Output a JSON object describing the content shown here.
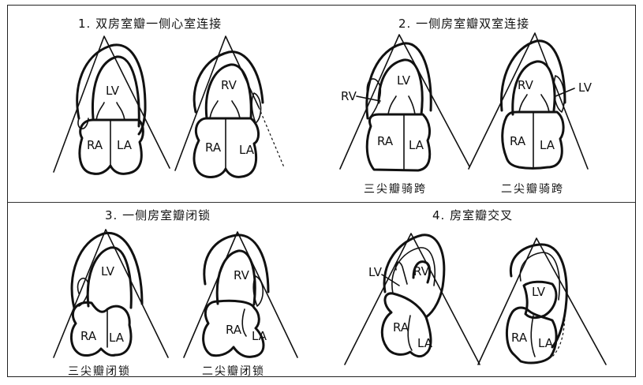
{
  "panels": {
    "p1": {
      "title": "1. 双房室瓣一侧心室连接",
      "left": {
        "ventricle": "LV",
        "ra": "RA",
        "la": "LA"
      },
      "right": {
        "ventricle": "RV",
        "ra": "RA",
        "la": "LA"
      }
    },
    "p2": {
      "title": "2. 一侧房室瓣双室连接",
      "left": {
        "rv": "RV",
        "lv": "LV",
        "ra": "RA",
        "la": "LA",
        "caption": "三尖瓣骑跨"
      },
      "right": {
        "rv": "RV",
        "lv": "LV",
        "ra": "RA",
        "la": "LA",
        "caption": "二尖瓣骑跨"
      }
    },
    "p3": {
      "title": "3. 一侧房室瓣闭锁",
      "left": {
        "ventricle": "LV",
        "ra": "RA",
        "la": "LA",
        "caption": "三尖瓣闭锁"
      },
      "right": {
        "ventricle": "RV",
        "ra": "RA",
        "la": "LA",
        "caption": "二尖瓣闭锁"
      }
    },
    "p4": {
      "title": "4. 房室瓣交叉",
      "left": {
        "lv": "LV",
        "rv": "RV",
        "ra": "RA",
        "la": "LA"
      },
      "right": {
        "lv": "LV",
        "ra": "RA",
        "la": "LA"
      }
    }
  }
}
